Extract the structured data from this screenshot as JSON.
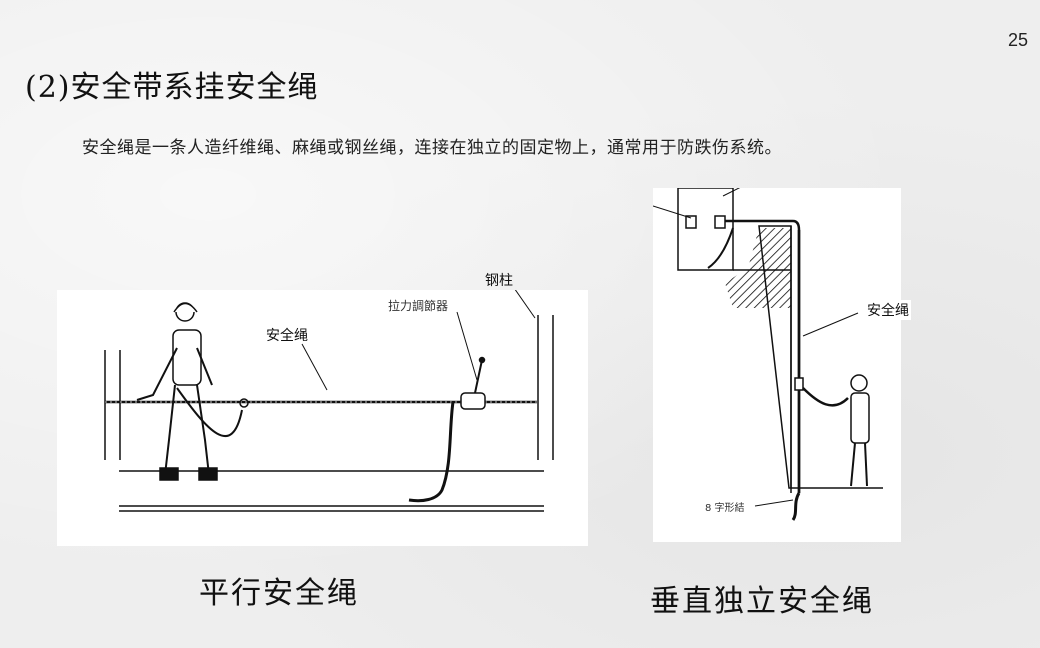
{
  "page_number": "25",
  "title": "(2)安全带系挂安全绳",
  "description": "安全绳是一条人造纤维绳、麻绳或钢丝绳，连接在独立的固定物上，通常用于防跌伤系统。",
  "figure_left": {
    "label_steel_post": "钢柱",
    "label_tension_adjuster": "拉力調節器",
    "label_safety_rope": "安全绳",
    "caption": "平行安全绳"
  },
  "figure_right": {
    "label_safety_rope": "安全绳",
    "label_figure_eight_knot": "8 字形結",
    "caption": "垂直独立安全绳"
  }
}
